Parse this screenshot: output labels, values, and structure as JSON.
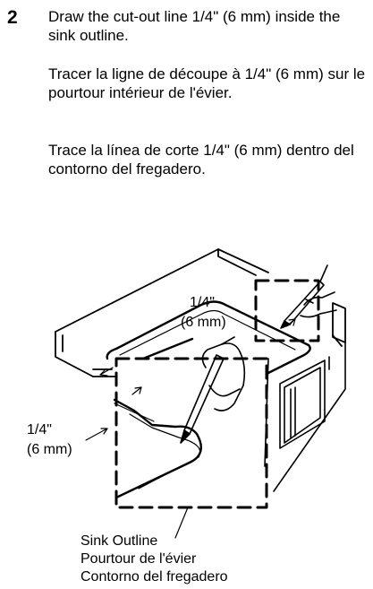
{
  "step": {
    "number": "2"
  },
  "instructions": {
    "en": "Draw the cut-out line 1/4\" (6 mm) inside the sink outline.",
    "fr": "Tracer la ligne de découpe à 1/4\" (6 mm) sur le pourtour intérieur de l'évier.",
    "es": "Trace la línea de corte 1/4\" (6 mm) dentro del contorno del fregadero."
  },
  "illustration": {
    "dim_upper": {
      "fraction": "1/4\"",
      "metric": "(6 mm)"
    },
    "dim_left": {
      "fraction": "1/4\"",
      "metric": "(6 mm)"
    },
    "callout": {
      "en": "Sink Outline",
      "fr": "Pourtour de l'évier",
      "es": "Contorno del fregadero"
    }
  }
}
